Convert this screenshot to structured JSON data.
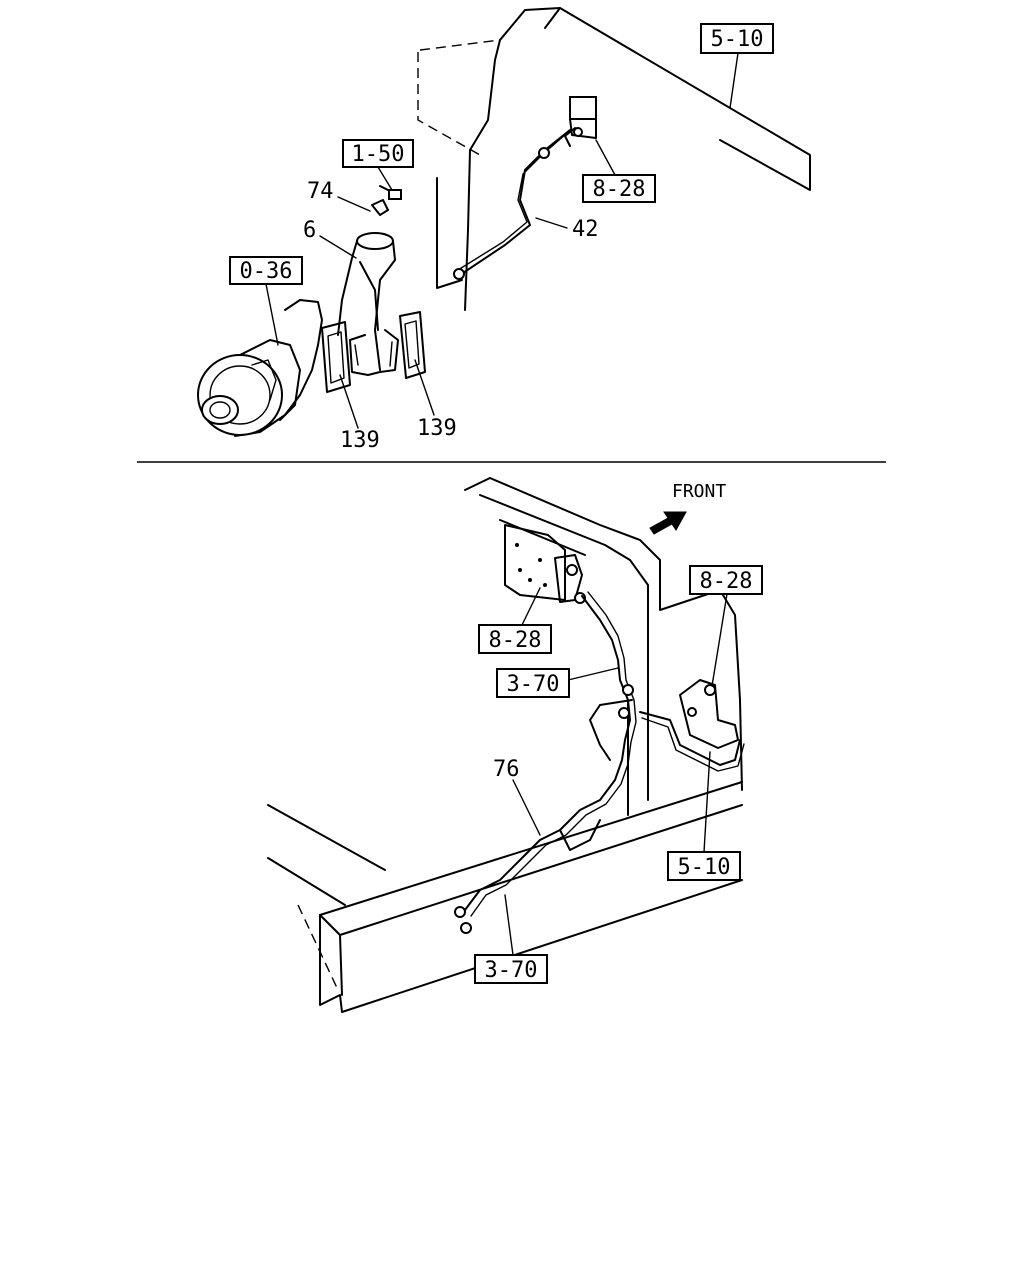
{
  "upper_view": {
    "refs": {
      "r510_top": "5-10",
      "r150": "1-50",
      "r828_top": "8-28",
      "r036": "0-36"
    },
    "parts": {
      "p74": "74",
      "p6": "6",
      "p42": "42",
      "p139_left": "139",
      "p139_right": "139"
    }
  },
  "lower_view": {
    "front_label": "FRONT",
    "refs": {
      "r828_right": "8-28",
      "r828_left": "8-28",
      "r370_upper": "3-70",
      "r510_lower": "5-10",
      "r370_lower": "3-70"
    },
    "parts": {
      "p76": "76"
    }
  }
}
